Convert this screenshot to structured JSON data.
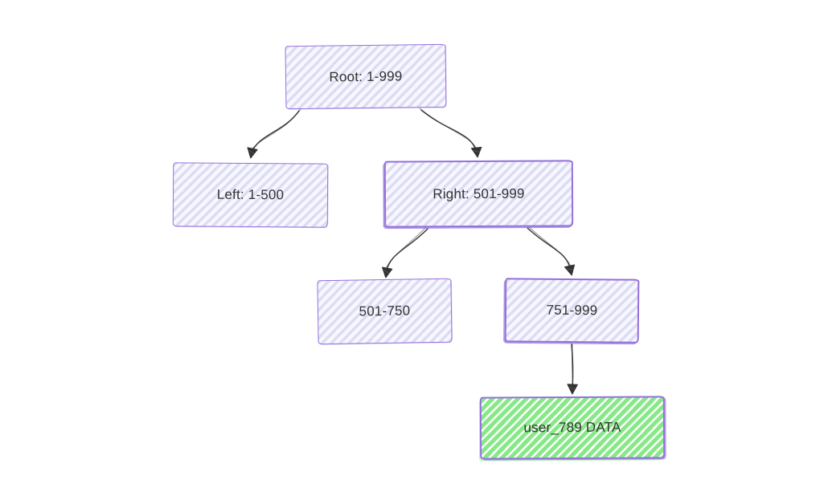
{
  "diagram": {
    "type": "binary-search-tree-flowchart",
    "style": "hand-drawn",
    "nodes": {
      "root": {
        "label": "Root: 1-999",
        "role": "root",
        "highlighted": false
      },
      "left": {
        "label": "Left: 1-500",
        "role": "branch",
        "highlighted": false
      },
      "right": {
        "label": "Right: 501-999",
        "role": "branch",
        "highlighted": true
      },
      "range_501_750": {
        "label": "501-750",
        "role": "branch",
        "highlighted": false
      },
      "range_751_999": {
        "label": "751-999",
        "role": "branch",
        "highlighted": true
      },
      "data_leaf": {
        "label": "user_789 DATA",
        "role": "result",
        "highlighted": true
      }
    },
    "edges": [
      {
        "from": "root",
        "to": "left"
      },
      {
        "from": "root",
        "to": "right"
      },
      {
        "from": "right",
        "to": "range_501_750"
      },
      {
        "from": "right",
        "to": "range_751_999"
      },
      {
        "from": "range_751_999",
        "to": "data_leaf"
      }
    ],
    "colors": {
      "node_border": "#9370DB",
      "node_fill_stripe": "#dddcf5",
      "node_fill_gap": "#f7f7fd",
      "result_fill_stripe": "#87e887",
      "edge_stroke": "#3c3c3c",
      "text": "#333333",
      "background": "#ffffff"
    }
  }
}
